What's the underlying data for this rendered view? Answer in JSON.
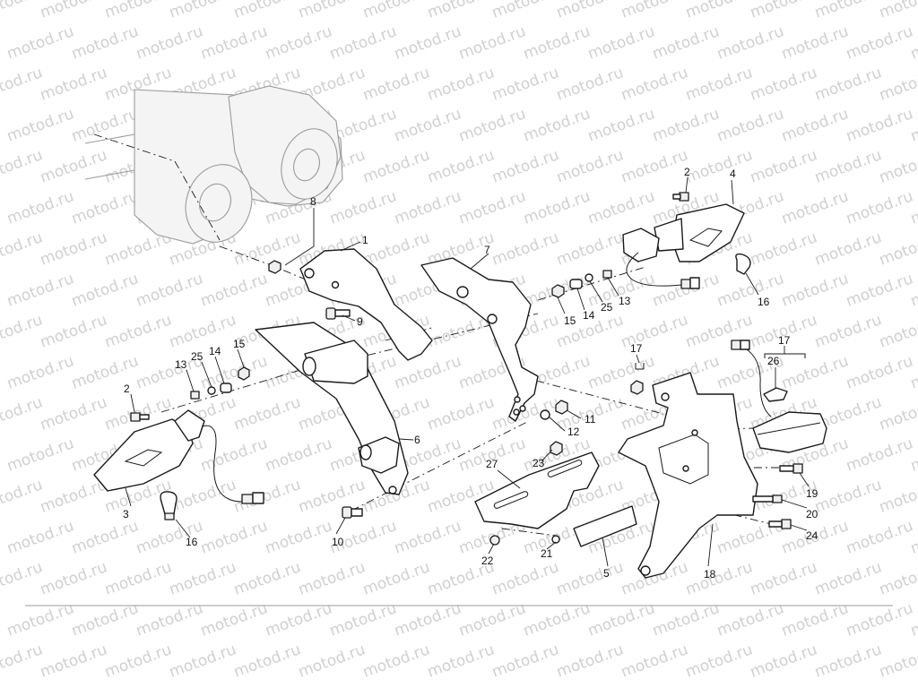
{
  "watermark": {
    "text": "motod.ru",
    "color": "#cfcfcf"
  },
  "callouts": {
    "c1": "1",
    "c2a": "2",
    "c2b": "2",
    "c3": "3",
    "c4": "4",
    "c5": "5",
    "c6": "6",
    "c7": "7",
    "c8": "8",
    "c9": "9",
    "c10": "10",
    "c11": "11",
    "c12": "12",
    "c13a": "13",
    "c13b": "13",
    "c14a": "14",
    "c14b": "14",
    "c15a": "15",
    "c15b": "15",
    "c16a": "16",
    "c16b": "16",
    "c17a": "17",
    "c17b": "17",
    "c18": "18",
    "c19": "19",
    "c20": "20",
    "c21": "21",
    "c22": "22",
    "c23": "23",
    "c24": "24",
    "c25a": "25",
    "c25b": "25",
    "c26": "26",
    "c27": "27"
  }
}
